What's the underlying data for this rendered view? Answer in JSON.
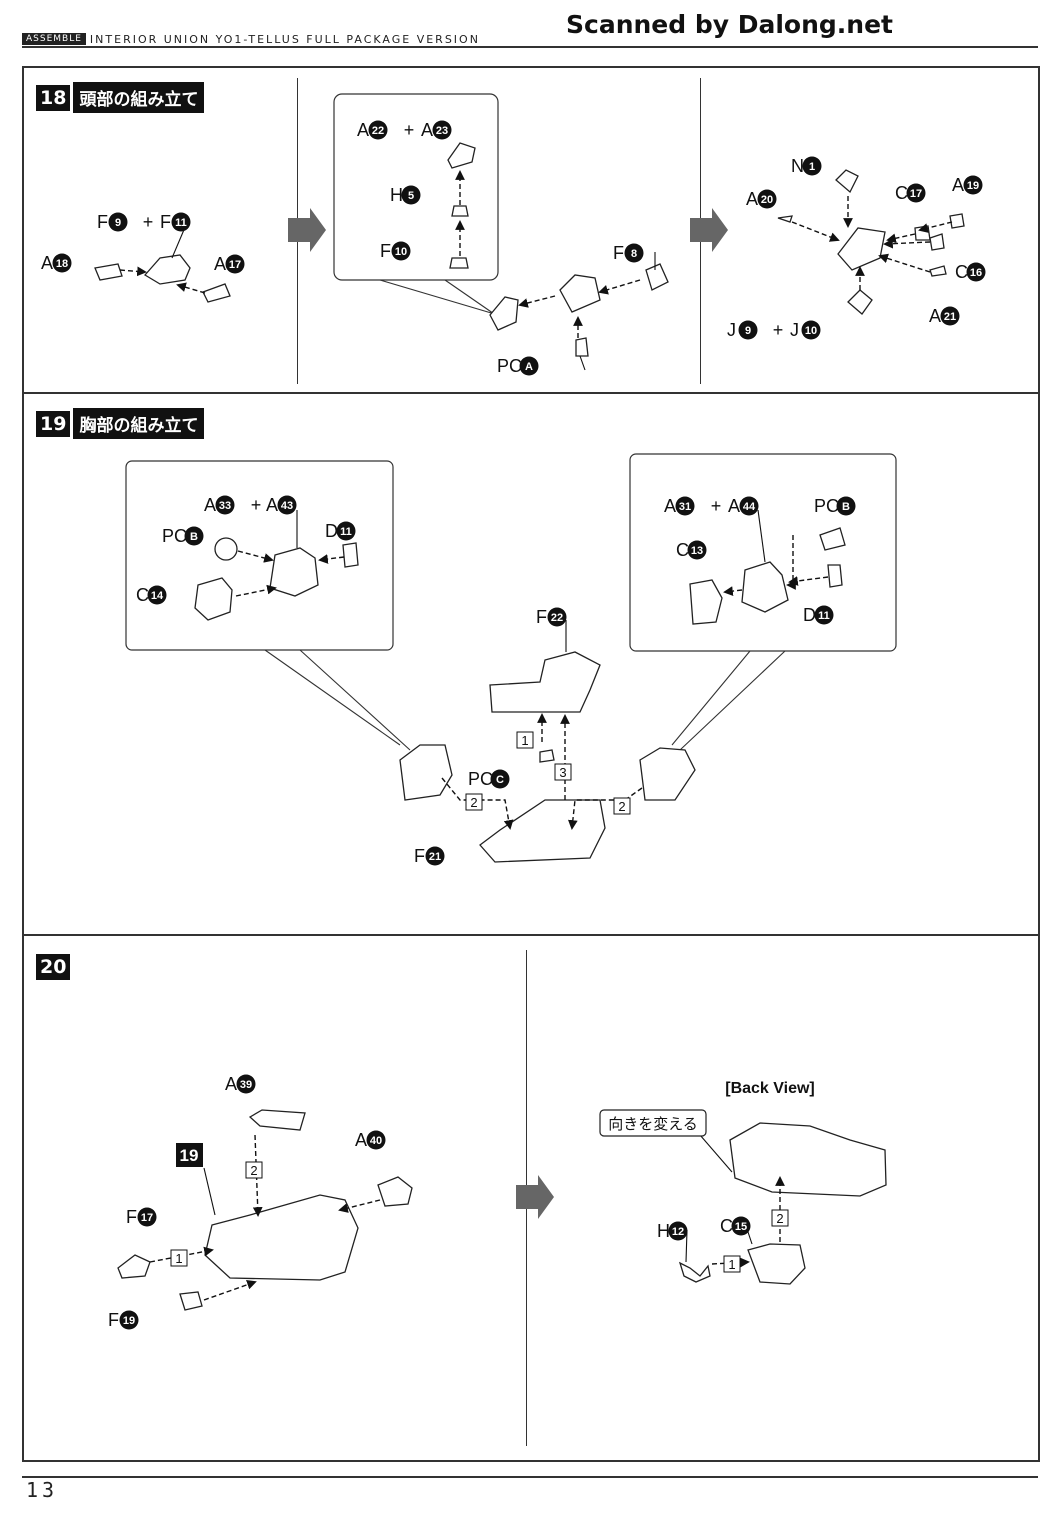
{
  "header": {
    "tag": "ASSEMBLE",
    "title": "INTERIOR UNION YO1-TELLUS FULL PACKAGE VERSION",
    "scanner": "Scanned by Dalong.net"
  },
  "steps": [
    {
      "num": "18",
      "label": "頭部の組み立て"
    },
    {
      "num": "19",
      "label": "胸部の組み立て"
    },
    {
      "num": "20"
    }
  ],
  "sub19": "19",
  "back_view": "[Back View]",
  "turn_label": "向きを変える",
  "page_number": "13",
  "parts": {
    "s18a": [
      {
        "pre": "F",
        "n": "9"
      },
      {
        "op": "+"
      },
      {
        "pre": "F",
        "n": "11"
      },
      {
        "pre": "A",
        "n": "18"
      },
      {
        "pre": "A",
        "n": "17"
      }
    ],
    "s18b": [
      {
        "pre": "A",
        "n": "22"
      },
      {
        "op": "+"
      },
      {
        "pre": "A",
        "n": "23"
      },
      {
        "pre": "H",
        "n": "5"
      },
      {
        "pre": "F",
        "n": "10"
      },
      {
        "pre": "F",
        "n": "8"
      },
      {
        "pre": "PC",
        "n": "A"
      }
    ],
    "s18c": [
      {
        "pre": "N",
        "n": "1"
      },
      {
        "pre": "A",
        "n": "20"
      },
      {
        "pre": "C",
        "n": "17"
      },
      {
        "pre": "A",
        "n": "19"
      },
      {
        "pre": "C",
        "n": "16"
      },
      {
        "pre": "A",
        "n": "21"
      },
      {
        "pre": "J",
        "n": "9"
      },
      {
        "op": "+"
      },
      {
        "pre": "J",
        "n": "10"
      }
    ],
    "s19": [
      {
        "pre": "A",
        "n": "33"
      },
      {
        "op": "+"
      },
      {
        "pre": "A",
        "n": "43"
      },
      {
        "pre": "PC",
        "n": "B"
      },
      {
        "pre": "D",
        "n": "11"
      },
      {
        "pre": "C",
        "n": "14"
      },
      {
        "pre": "A",
        "n": "31"
      },
      {
        "op": "+"
      },
      {
        "pre": "A",
        "n": "44"
      },
      {
        "pre": "PC",
        "n": "B"
      },
      {
        "pre": "C",
        "n": "13"
      },
      {
        "pre": "D",
        "n": "11"
      },
      {
        "pre": "F",
        "n": "22"
      },
      {
        "pre": "PC",
        "n": "C"
      },
      {
        "pre": "F",
        "n": "21"
      }
    ],
    "s19_steps": [
      "1",
      "2",
      "3",
      "2"
    ],
    "s20a": [
      {
        "pre": "A",
        "n": "39"
      },
      {
        "pre": "A",
        "n": "40"
      },
      {
        "pre": "F",
        "n": "17"
      },
      {
        "pre": "F",
        "n": "19"
      }
    ],
    "s20a_steps": [
      "2",
      "1"
    ],
    "s20b": [
      {
        "pre": "H",
        "n": "12"
      },
      {
        "pre": "C",
        "n": "15"
      }
    ],
    "s20b_steps": [
      "2",
      "1"
    ]
  }
}
